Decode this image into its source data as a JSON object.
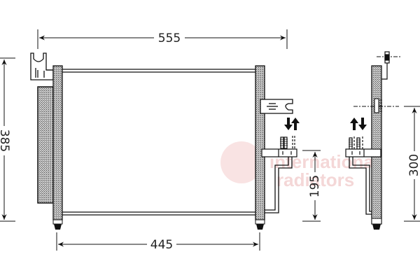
{
  "diagram": {
    "type": "technical-drawing",
    "subject": "AC condenser (front view and side view)",
    "dimensions": {
      "overall_width": "555",
      "core_width": "445",
      "overall_height": "385",
      "connection_height": "195",
      "side_height": "300"
    },
    "watermark": {
      "line1": "international",
      "line2": "radiators"
    },
    "colors": {
      "line": "#111111",
      "hatch": "#9a9a9a",
      "watermark": "#e8a8a8",
      "background": "#ffffff"
    }
  }
}
